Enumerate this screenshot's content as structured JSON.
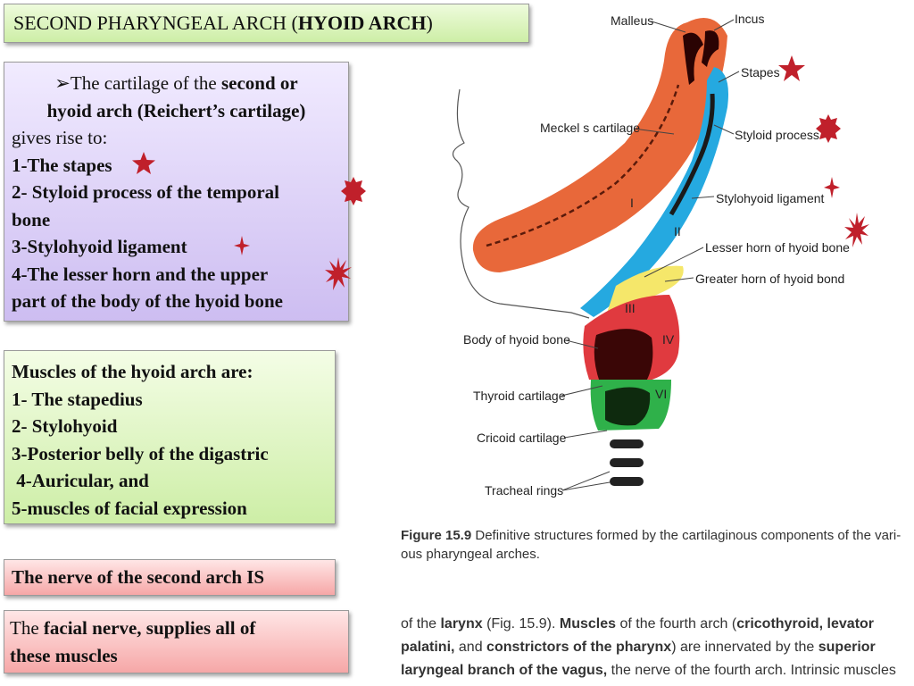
{
  "title": {
    "prefix": "SECOND PHARYNGEAL ARCH  (",
    "bold": "HYOID ARCH",
    "suffix": ")"
  },
  "cartilage": {
    "intro_pre": "➢The cartilage of the ",
    "intro_bold1": "second or",
    "intro_bold2": "hyoid arch (Reichert’s cartilage)",
    "gives": "gives rise to:",
    "item1": "1-The stapes",
    "item2a": "2- Styloid process of the temporal",
    "item2b": "bone",
    "item3": "3-Stylohyoid ligament",
    "item4a": "4-The lesser horn and the upper",
    "item4b": "part of the body of the hyoid bone"
  },
  "muscles": {
    "heading": "Muscles of the hyoid arch are:",
    "items": [
      "1- The stapedius",
      "2- Stylohyoid",
      "3-Posterior belly of the digastric",
      " 4-Auricular, and",
      "5-muscles of facial expression"
    ]
  },
  "nerve": {
    "text": "The nerve of the second arch IS"
  },
  "facial": {
    "pre": "The ",
    "bold1": "facial nerve, supplies all of",
    "bold2": "these muscles"
  },
  "figure_labels": {
    "malleus": "Malleus",
    "incus": "Incus",
    "stapes": "Stapes",
    "meckel": "Meckel s cartilage",
    "styloid": "Styloid process",
    "stylohyoid": "Stylohyoid ligament",
    "lesser_horn": "Lesser horn of hyoid bone",
    "greater_horn": "Greater horn of hyoid bond",
    "body_hyoid": "Body of hyoid bone",
    "thyroid": "Thyroid cartilage",
    "cricoid": "Cricoid cartilage",
    "tracheal": "Tracheal rings",
    "roman": [
      "I",
      "II",
      "III",
      "IV",
      "VI"
    ]
  },
  "caption": {
    "bold": "Figure 15.9",
    "rest1": " Definitive structures formed by the cartilaginous components of the vari-",
    "rest2": "ous pharyngeal arches."
  },
  "body_text": {
    "l1a": "of the ",
    "l1b": "larynx",
    "l1c": " (Fig. 15.9). ",
    "l1d": "Muscles",
    "l1e": " of the fourth arch (",
    "l1f": "cricothyroid, levator",
    "l2a": "palatini,",
    "l2b": " and ",
    "l2c": "constrictors of the pharynx",
    "l2d": ") are innervated by the ",
    "l2e": "superior",
    "l3a": "laryngeal branch of the vagus,",
    "l3b": " the nerve of the fourth arch. Intrinsic muscles"
  },
  "colors": {
    "star": "#c0202b",
    "arch1": "#e8683a",
    "arch2": "#25a9e0",
    "yellow": "#f5e76a",
    "arch4": "#e03a3f",
    "arch6": "#2fb14a",
    "dark": "#3a0606"
  }
}
